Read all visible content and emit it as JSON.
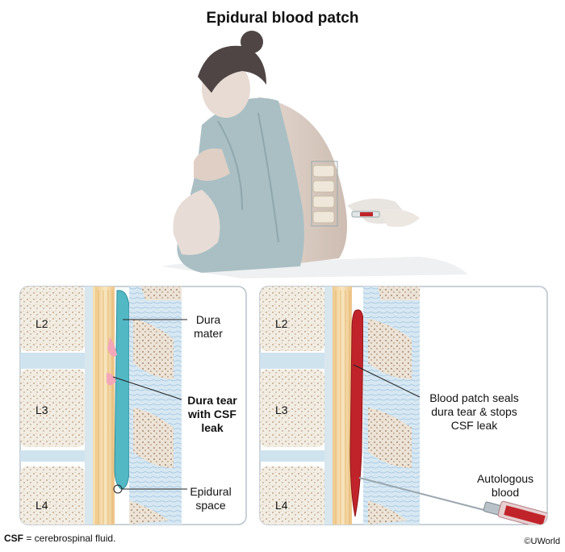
{
  "title": "Epidural blood patch",
  "left_panel": {
    "vertebrae": [
      "L2",
      "L3",
      "L4"
    ],
    "labels": {
      "dura_mater": [
        "Dura",
        "mater"
      ],
      "dura_tear": [
        "Dura tear",
        "with CSF",
        "leak"
      ],
      "epidural_space": [
        "Epidural",
        "space"
      ]
    }
  },
  "right_panel": {
    "vertebrae": [
      "L2",
      "L3",
      "L4"
    ],
    "labels": {
      "blood_patch": [
        "Blood patch seals",
        "dura tear & stops",
        "CSF leak"
      ],
      "autologous_blood": [
        "Autologous",
        "blood"
      ]
    }
  },
  "footnote": {
    "abbr": "CSF",
    "text": " = cerebrospinal fluid."
  },
  "copyright": "©UWorld",
  "colors": {
    "bone": "#f3efe6",
    "bone_speckle": "#b89b7a",
    "disc": "#cfe3ef",
    "csf": "#52b8c4",
    "blood": "#c0242a",
    "cord": "#f2d49a",
    "gown": "#a9bfc4"
  }
}
